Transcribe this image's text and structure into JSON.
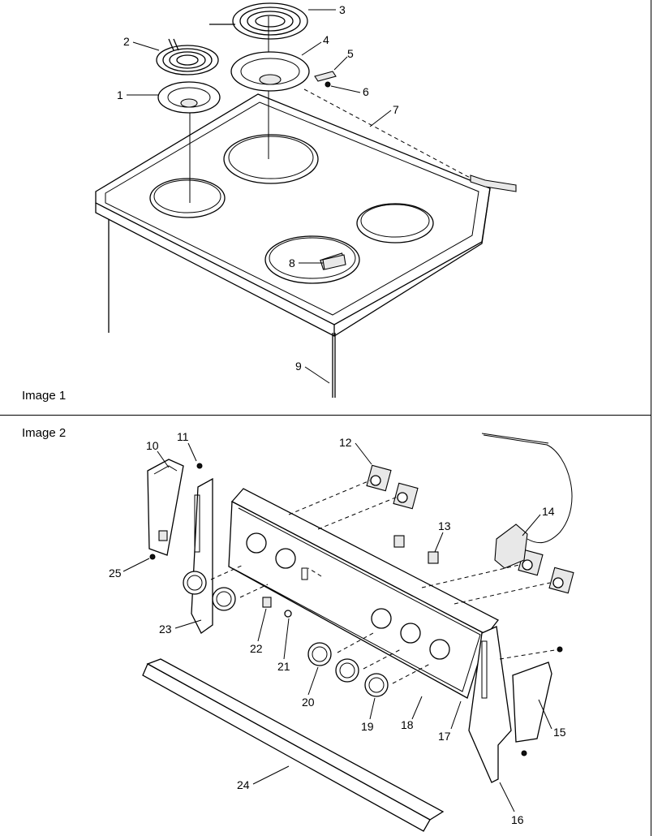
{
  "panels": [
    {
      "caption": "Image 1"
    },
    {
      "caption": "Image 2"
    }
  ],
  "callouts": [
    "1",
    "2",
    "3",
    "4",
    "5",
    "6",
    "7",
    "8",
    "9",
    "10",
    "11",
    "12",
    "13",
    "14",
    "15",
    "16",
    "17",
    "18",
    "19",
    "20",
    "21",
    "22",
    "23",
    "24",
    "25"
  ]
}
